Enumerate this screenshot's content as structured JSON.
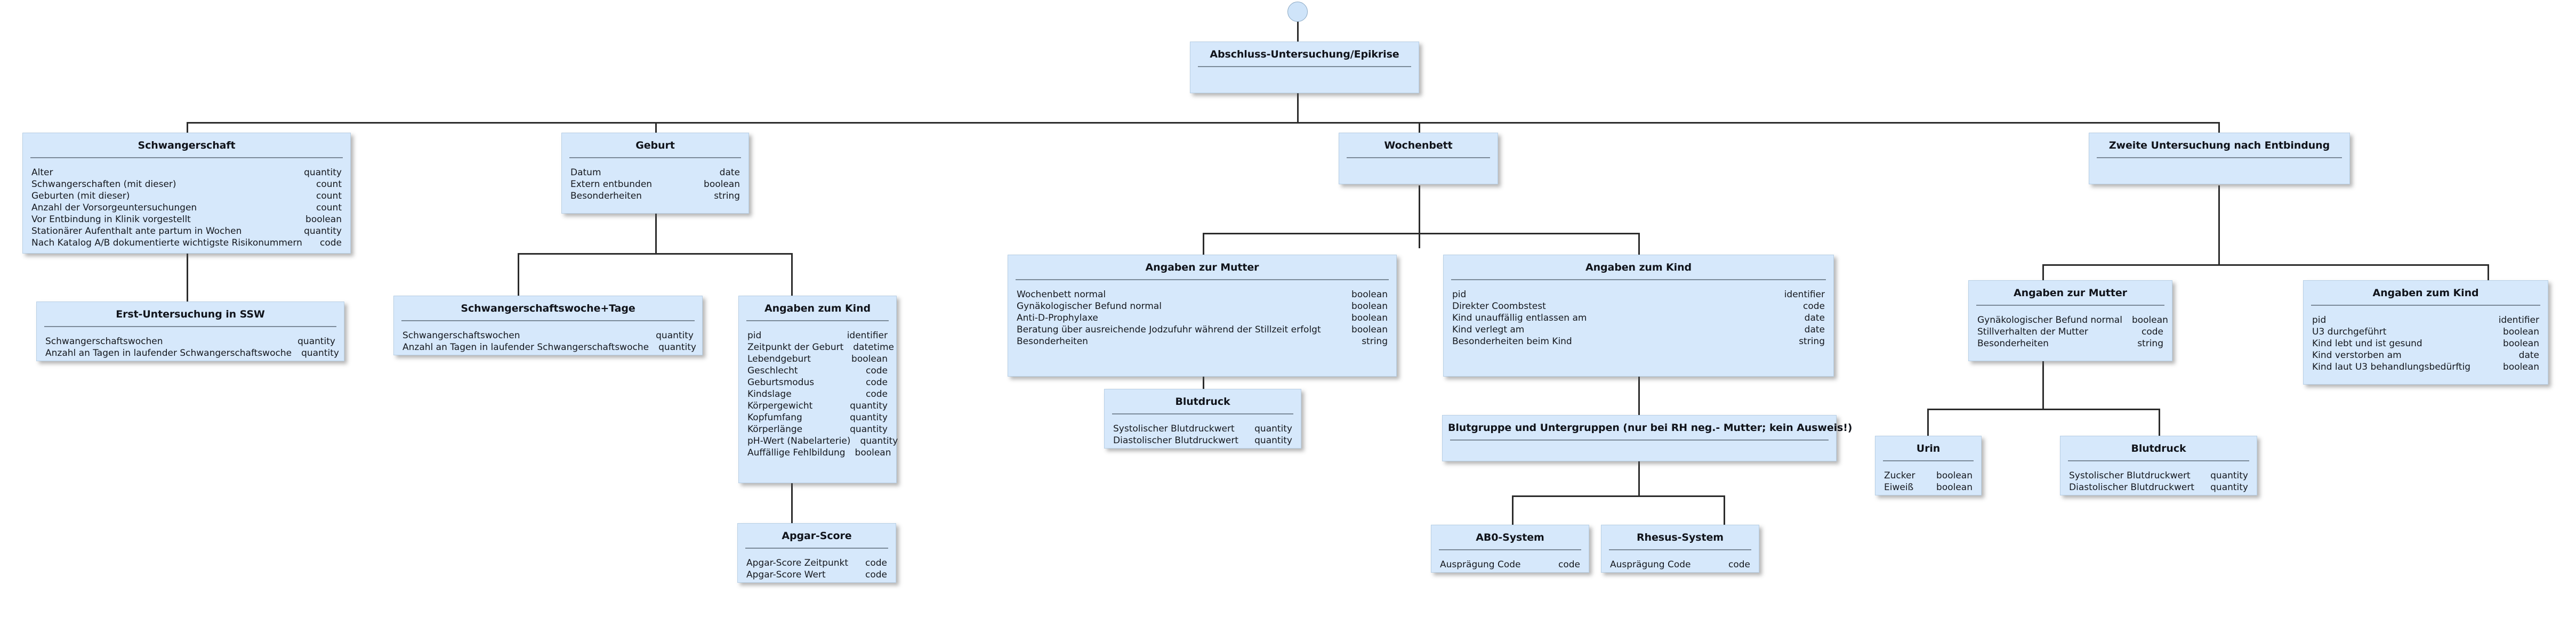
{
  "diagram": {
    "type": "uml-class-hierarchy",
    "title": "Abschluss-Untersuchung/Epikrise",
    "attribute_type_labels": [
      "identifier",
      "quantity",
      "count",
      "boolean",
      "code",
      "date",
      "datetime",
      "string"
    ],
    "start_node_name": "start-node"
  },
  "nodes": {
    "root": {
      "title": "Abschluss-Untersuchung/Epikrise",
      "attrs": []
    },
    "schwangerschaft": {
      "title": "Schwangerschaft",
      "attrs": [
        {
          "name": "Alter",
          "type": "quantity"
        },
        {
          "name": "Schwangerschaften (mit dieser)",
          "type": "count"
        },
        {
          "name": "Geburten (mit dieser)",
          "type": "count"
        },
        {
          "name": "Anzahl der Vorsorgeuntersuchungen",
          "type": "count"
        },
        {
          "name": "Vor Entbindung in Klinik vorgestellt",
          "type": "boolean"
        },
        {
          "name": "Stationärer Aufenthalt ante partum in Wochen",
          "type": "quantity"
        },
        {
          "name": "Nach Katalog A/B dokumentierte wichtigste Risikonummern",
          "type": "code"
        }
      ]
    },
    "erst_untersuchung": {
      "title": "Erst-Untersuchung in SSW",
      "attrs": [
        {
          "name": "Schwangerschaftswochen",
          "type": "quantity"
        },
        {
          "name": "Anzahl an Tagen in laufender Schwangerschaftswoche",
          "type": "quantity"
        }
      ]
    },
    "geburt": {
      "title": "Geburt",
      "attrs": [
        {
          "name": "Datum",
          "type": "date"
        },
        {
          "name": "Extern entbunden",
          "type": "boolean"
        },
        {
          "name": "Besonderheiten",
          "type": "string"
        }
      ]
    },
    "ssw_tage": {
      "title": "Schwangerschaftswoche+Tage",
      "attrs": [
        {
          "name": "Schwangerschaftswochen",
          "type": "quantity"
        },
        {
          "name": "Anzahl an Tagen in laufender Schwangerschaftswoche",
          "type": "quantity"
        }
      ]
    },
    "kind_geburt": {
      "title": "Angaben zum Kind",
      "attrs": [
        {
          "name": "pid",
          "type": "identifier"
        },
        {
          "name": "Zeitpunkt der Geburt",
          "type": "datetime"
        },
        {
          "name": "Lebendgeburt",
          "type": "boolean"
        },
        {
          "name": "Geschlecht",
          "type": "code"
        },
        {
          "name": "Geburtsmodus",
          "type": "code"
        },
        {
          "name": "Kindslage",
          "type": "code"
        },
        {
          "name": "Körpergewicht",
          "type": "quantity"
        },
        {
          "name": "Kopfumfang",
          "type": "quantity"
        },
        {
          "name": "Körperlänge",
          "type": "quantity"
        },
        {
          "name": "pH-Wert (Nabelarterie)",
          "type": "quantity"
        },
        {
          "name": "Auffällige Fehlbildung",
          "type": "boolean"
        }
      ]
    },
    "apgar": {
      "title": "Apgar-Score",
      "attrs": [
        {
          "name": "Apgar-Score Zeitpunkt",
          "type": "code"
        },
        {
          "name": "Apgar-Score Wert",
          "type": "code"
        }
      ]
    },
    "wochenbett": {
      "title": "Wochenbett",
      "attrs": []
    },
    "wb_mutter": {
      "title": "Angaben zur Mutter",
      "attrs": [
        {
          "name": "Wochenbett normal",
          "type": "boolean"
        },
        {
          "name": "Gynäkologischer Befund normal",
          "type": "boolean"
        },
        {
          "name": "Anti-D-Prophylaxe",
          "type": "boolean"
        },
        {
          "name": "Beratung über ausreichende Jodzufuhr während der Stillzeit erfolgt",
          "type": "boolean"
        },
        {
          "name": "Besonderheiten",
          "type": "string"
        }
      ]
    },
    "wb_blutdruck": {
      "title": "Blutdruck",
      "attrs": [
        {
          "name": "Systolischer Blutdruckwert",
          "type": "quantity"
        },
        {
          "name": "Diastolischer Blutdruckwert",
          "type": "quantity"
        }
      ]
    },
    "wb_kind": {
      "title": "Angaben zum Kind",
      "attrs": [
        {
          "name": "pid",
          "type": "identifier"
        },
        {
          "name": "Direkter Coombstest",
          "type": "code"
        },
        {
          "name": "Kind unauffällig entlassen am",
          "type": "date"
        },
        {
          "name": "Kind verlegt am",
          "type": "date"
        },
        {
          "name": "Besonderheiten beim Kind",
          "type": "string"
        }
      ]
    },
    "blutgruppe": {
      "title": "Blutgruppe und Untergruppen (nur bei RH neg.- Mutter; kein Ausweis!)",
      "attrs": []
    },
    "abo": {
      "title": "AB0-System",
      "attrs": [
        {
          "name": "Ausprägung Code",
          "type": "code"
        }
      ]
    },
    "rhesus": {
      "title": "Rhesus-System",
      "attrs": [
        {
          "name": "Ausprägung Code",
          "type": "code"
        }
      ]
    },
    "zweite_untersuchung": {
      "title": "Zweite Untersuchung nach Entbindung",
      "attrs": []
    },
    "zu_mutter": {
      "title": "Angaben zur Mutter",
      "attrs": [
        {
          "name": "Gynäkologischer Befund normal",
          "type": "boolean"
        },
        {
          "name": "Stillverhalten der Mutter",
          "type": "code"
        },
        {
          "name": "Besonderheiten",
          "type": "string"
        }
      ]
    },
    "zu_urin": {
      "title": "Urin",
      "attrs": [
        {
          "name": "Zucker",
          "type": "boolean"
        },
        {
          "name": "Eiweiß",
          "type": "boolean"
        }
      ]
    },
    "zu_blutdruck": {
      "title": "Blutdruck",
      "attrs": [
        {
          "name": "Systolischer Blutdruckwert",
          "type": "quantity"
        },
        {
          "name": "Diastolischer Blutdruckwert",
          "type": "quantity"
        }
      ]
    },
    "zu_kind": {
      "title": "Angaben zum Kind",
      "attrs": [
        {
          "name": "pid",
          "type": "identifier"
        },
        {
          "name": "U3 durchgeführt",
          "type": "boolean"
        },
        {
          "name": "Kind lebt und ist gesund",
          "type": "boolean"
        },
        {
          "name": "Kind verstorben am",
          "type": "date"
        },
        {
          "name": "Kind laut U3 behandlungsbedürftig",
          "type": "boolean"
        }
      ]
    }
  },
  "colors": {
    "node_fill": "#d6e8fb",
    "node_border": "#b7cfe5",
    "rule": "#7b8a99",
    "edge": "#2b2b2b",
    "text": "#14171d",
    "start_fill": "#cfe4f9"
  }
}
